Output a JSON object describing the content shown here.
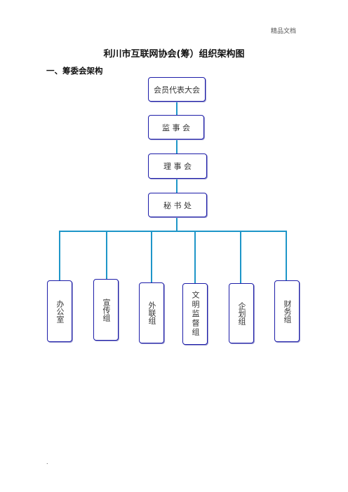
{
  "header": {
    "note": "精品文档"
  },
  "title": "利川市互联网协会(筹）组织架构图",
  "section_heading": "一、筹委会架构",
  "org": {
    "top_boxes": [
      "会员代表大会",
      "监 事 会",
      "理 事 会",
      "秘 书 处"
    ],
    "departments": [
      "办公室",
      "宣传组",
      "外联组",
      "文明监督组",
      "企划组",
      "财务组"
    ]
  },
  "colors": {
    "connector": "#1e96c8",
    "box_border": "#1c1ca8"
  },
  "footer": {
    "mark": "."
  }
}
